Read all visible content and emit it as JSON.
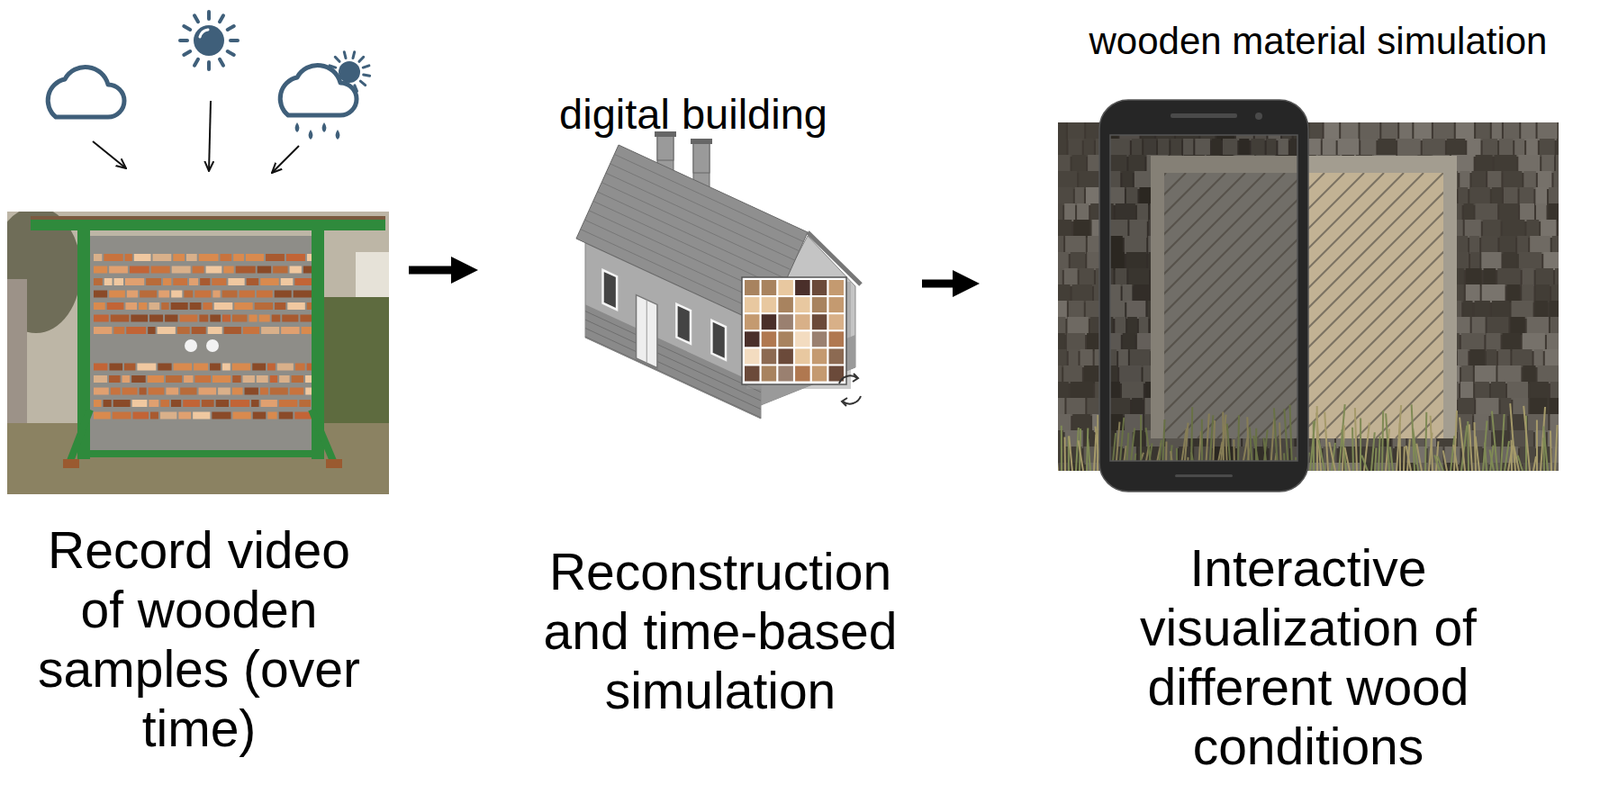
{
  "diagram": {
    "nodes": [
      {
        "text": [
          "Record video of wooden samples (over time)"
        ]
      },
      {
        "text": [
          "digital building",
          "Reconstruction and time-based simulation"
        ]
      },
      {
        "text": [
          "wooden material simulation",
          "Interactive visualization of different wood conditions"
        ]
      }
    ],
    "edges": [
      {
        "from": 0,
        "to": 1,
        "arrow": "to"
      },
      {
        "from": 1,
        "to": 2,
        "arrow": "to"
      }
    ]
  }
}
